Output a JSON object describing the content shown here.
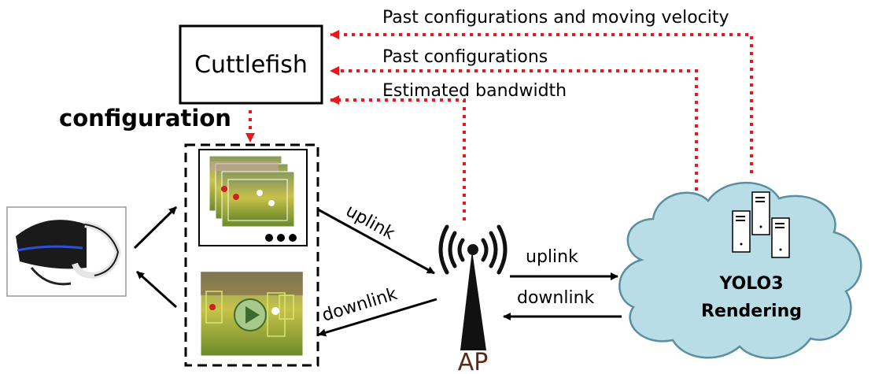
{
  "diagram": {
    "cuttlefish_label": "Cuttlefish",
    "configuration_label": "configuration",
    "feedback": {
      "top": "Past configurations and moving velocity",
      "middle": "Past configurations",
      "bottom": "Estimated bandwidth"
    },
    "links": {
      "uplink_left": "uplink",
      "downlink_left": "downlink",
      "uplink_right": "uplink",
      "downlink_right": "downlink"
    },
    "ap_label": "AP",
    "cloud": {
      "line1": "YOLO3",
      "line2": "Rendering"
    },
    "colors": {
      "feedback_arrow": "#e8191c",
      "cloud_fill": "#b9dde7",
      "ap_label": "#5a2a1a"
    }
  }
}
